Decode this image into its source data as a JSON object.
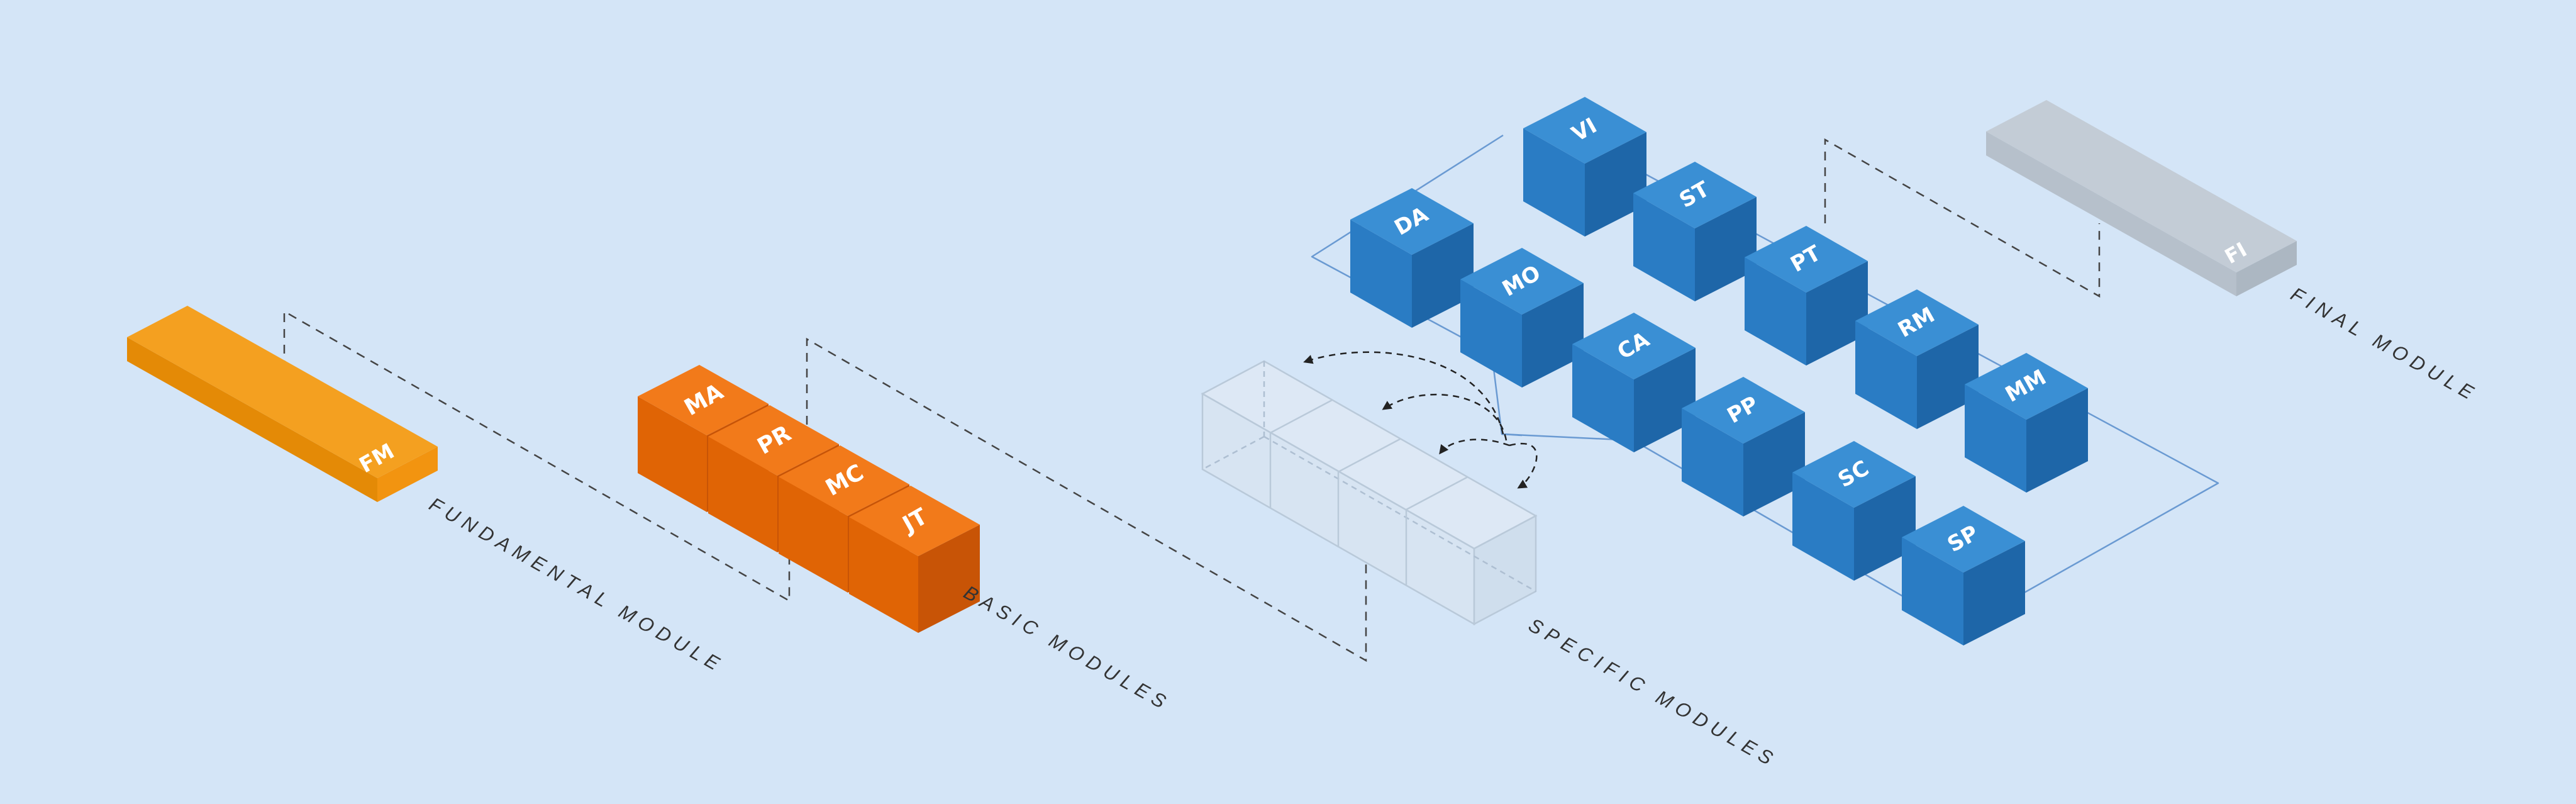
{
  "colors": {
    "background": "#d4e5f7",
    "fundamental": {
      "top": "#f4a020",
      "left": "#e48a06",
      "right": "#f29410"
    },
    "basic": {
      "top": "#f27a1a",
      "left": "#e06405",
      "right": "#c85406"
    },
    "specific": {
      "top": "#3a8fd4",
      "left": "#2a7cc4",
      "right": "#1e66a8"
    },
    "final": {
      "top": "#c3ccd6",
      "left": "#b6c0cb",
      "right": "#acb7c2"
    },
    "placeholder": {
      "top": "#e1eaf3",
      "left": "#d8e3ee",
      "right": "#ccd9e6",
      "edge": "#b9c9d9"
    },
    "guide_line": "#444444",
    "boundary_line": "#6a9ad2",
    "label_text": "#333333",
    "module_text": "#ffffff"
  },
  "groups": {
    "fundamental": {
      "label": "FUNDAMENTAL MODULE",
      "modules": [
        "FM"
      ]
    },
    "basic": {
      "label": "BASIC MODULES",
      "modules": [
        "MA",
        "PR",
        "MC",
        "JT"
      ]
    },
    "specific": {
      "label": "SPECIFIC MODULES",
      "modules": [
        "DA",
        "VI",
        "MO",
        "ST",
        "CA",
        "PT",
        "PP",
        "RM",
        "SC",
        "MM",
        "SP"
      ]
    },
    "final": {
      "label": "FINAL MODULE",
      "modules": [
        "FI"
      ]
    }
  }
}
